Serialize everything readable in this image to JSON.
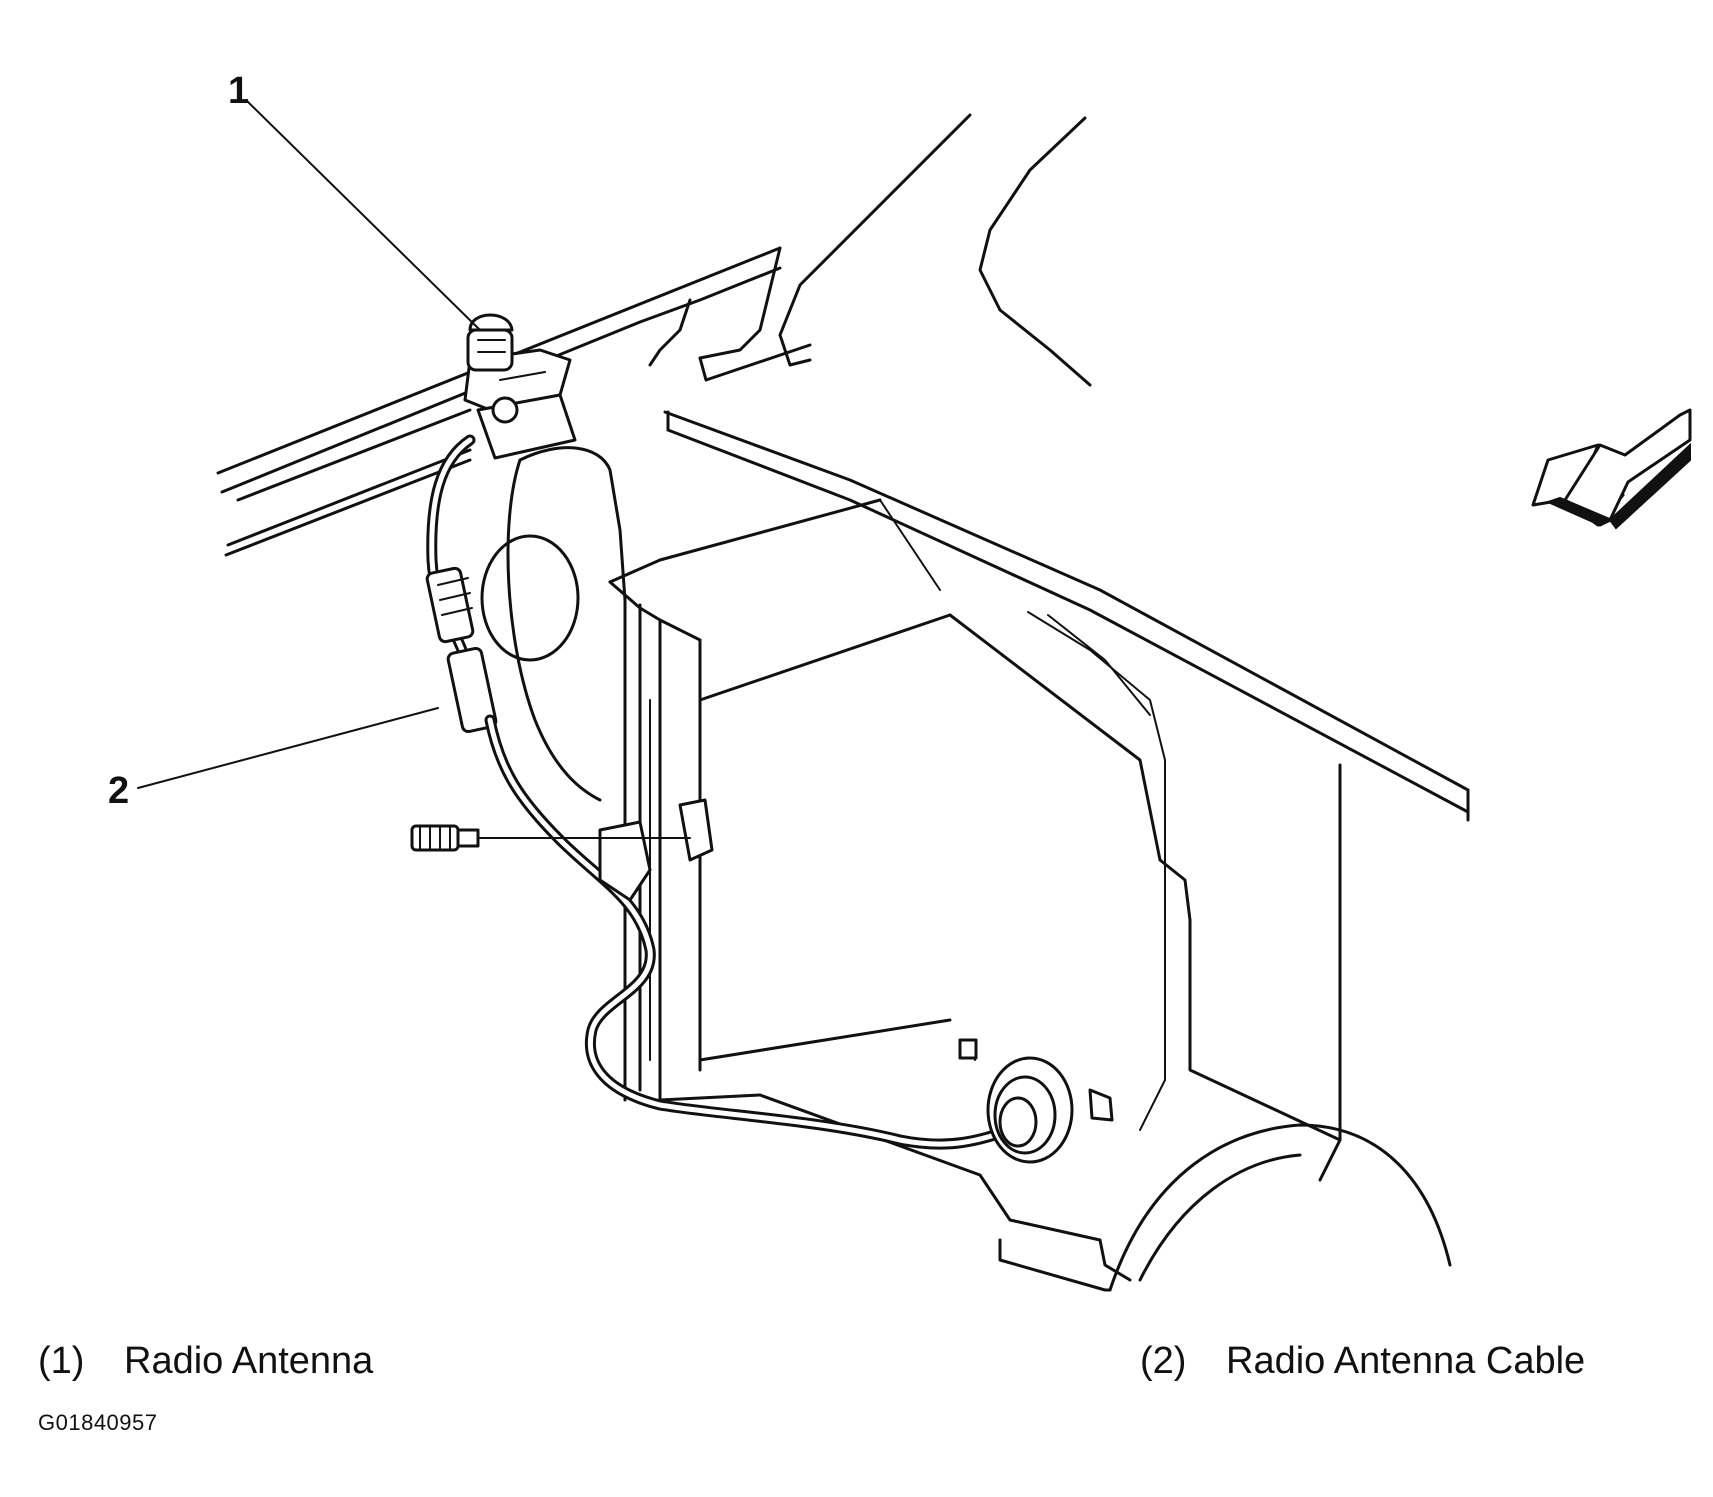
{
  "callouts": {
    "c1": "1",
    "c2": "2"
  },
  "legend": {
    "items": [
      {
        "number": "(1)",
        "text": "Radio Antenna"
      },
      {
        "number": "(2)",
        "text": "Radio Antenna Cable"
      }
    ]
  },
  "figure_code": "G01840957",
  "colors": {
    "line": "#111111",
    "background": "#ffffff"
  }
}
